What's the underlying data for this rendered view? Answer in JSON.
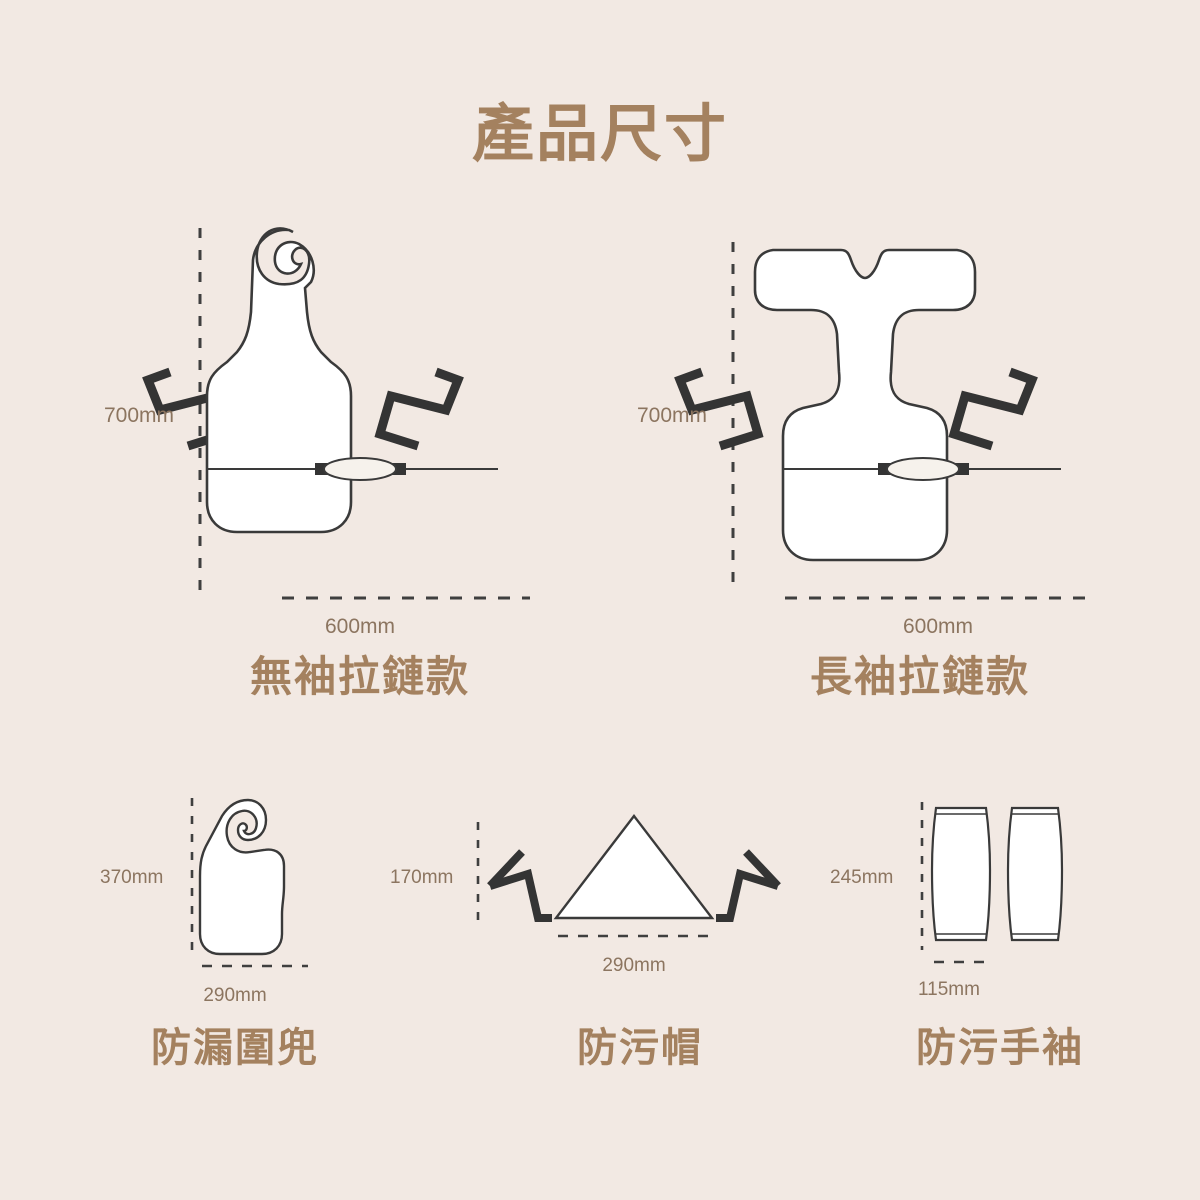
{
  "page": {
    "title": "產品尺寸",
    "background_color": "#f2e9e3",
    "accent_color": "#a4815f",
    "dimension_text_color": "#8c7560",
    "outline_color": "#3a3a3a",
    "fill_color": "#ffffff"
  },
  "products": [
    {
      "id": "sleeveless-zipper",
      "caption": "無袖拉鏈款",
      "height_label": "700mm",
      "width_label": "600mm",
      "shape": "sleeveless-bib-apron"
    },
    {
      "id": "long-sleeve-zipper",
      "caption": "長袖拉鏈款",
      "height_label": "700mm",
      "width_label": "600mm",
      "shape": "long-sleeve-bib-apron"
    },
    {
      "id": "leak-proof-bib",
      "caption": "防漏圍兜",
      "height_label": "370mm",
      "width_label": "290mm",
      "shape": "small-bib"
    },
    {
      "id": "stain-proof-cap",
      "caption": "防污帽",
      "height_label": "170mm",
      "width_label": "290mm",
      "shape": "triangle-cap"
    },
    {
      "id": "stain-proof-sleeves",
      "caption": "防污手袖",
      "height_label": "245mm",
      "width_label": "115mm",
      "shape": "arm-sleeves-pair"
    }
  ]
}
